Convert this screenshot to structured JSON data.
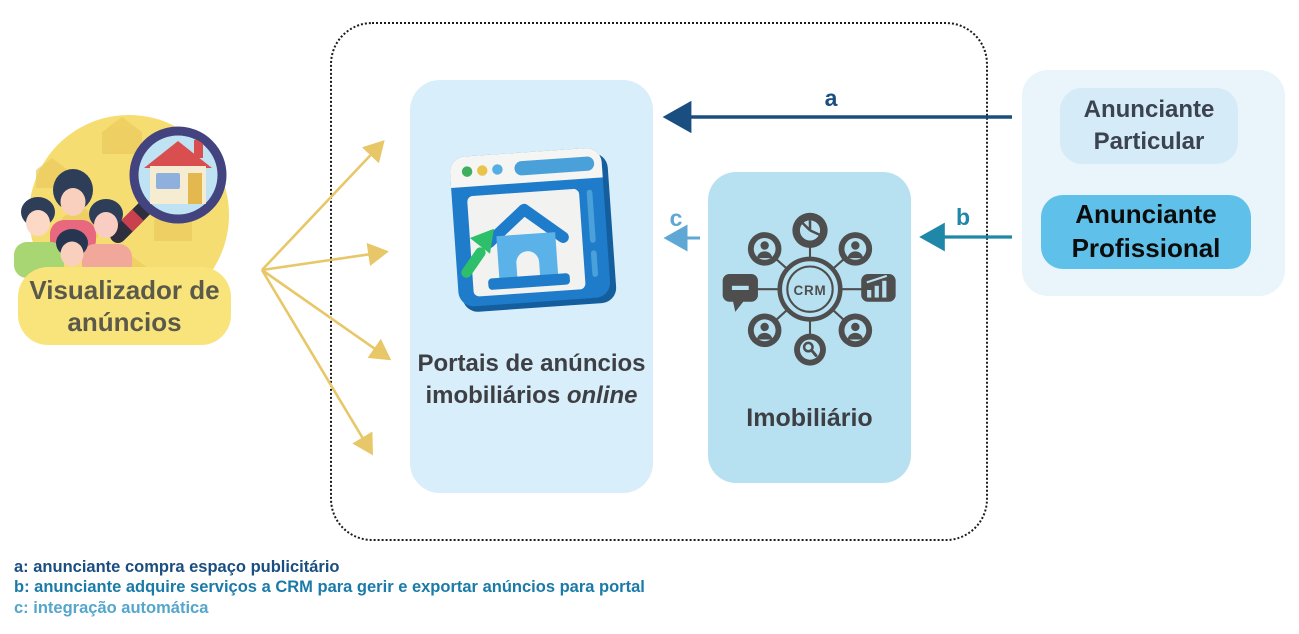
{
  "colors": {
    "arrow_a": "#1b4e80",
    "arrow_b": "#1f87a8",
    "arrow_c": "#5fa8d6",
    "viewer_fan": "#e7c768",
    "portal_box_bg": "#d8eefa",
    "agency_box_bg": "#b7e1f1",
    "advertisers_panel_bg": "#e9f4fb",
    "private_box_bg": "#d5ebf7",
    "professional_box_bg": "#5fc1e9",
    "viewer_label_bg": "#f9e47c"
  },
  "viewer": {
    "icon": "people-magnifier-house-icon",
    "label": "Visualizador de anúncios"
  },
  "portal": {
    "icon": "browser-house-icon",
    "label_main": "Portais de anúncios imobiliários",
    "label_italic": "online"
  },
  "agency": {
    "icon": "crm-network-icon",
    "crm_label": "CRM",
    "label": "Imobiliário"
  },
  "advertisers": {
    "private_label": "Anunciante Particular",
    "professional_label": "Anunciante Profissional"
  },
  "arrows": {
    "a": "a",
    "b": "b",
    "c": "c"
  },
  "legend": [
    {
      "text": "a: anunciante compra espaço publicitário",
      "color": "#1b4e80"
    },
    {
      "text": "b: anunciante adquire serviços a CRM para gerir e exportar anúncios para portal",
      "color": "#1a7aa8"
    },
    {
      "text": "c: integração automática",
      "color": "#54a6cc"
    }
  ]
}
